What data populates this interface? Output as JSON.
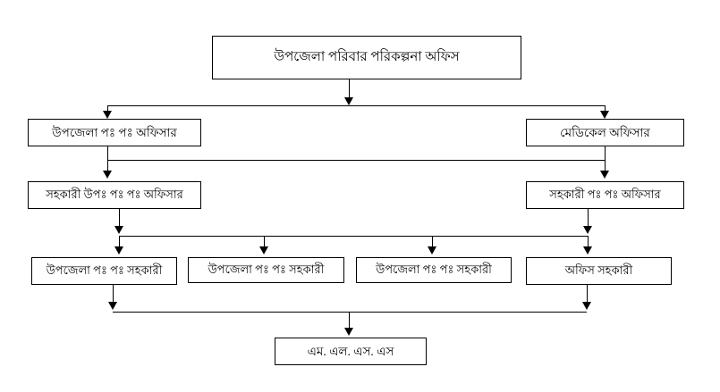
{
  "diagram": {
    "title": "উপজেলা পরিবার পরিকল্পনা অফিস",
    "type": "organizational-chart",
    "background_color": "#ffffff",
    "line_color": "#000000",
    "text_color": "#000000",
    "levels": [
      {
        "level": 1,
        "nodes": [
          {
            "id": "root",
            "label": "উপজেলা পরিবার পরিকল্পনা অফিস"
          }
        ]
      },
      {
        "level": 2,
        "nodes": [
          {
            "id": "upazila_officer",
            "label": "উপজেলা পঃ পঃ অফিসার"
          },
          {
            "id": "medical_officer",
            "label": "মেডিকেল অফিসার"
          }
        ]
      },
      {
        "level": 3,
        "nodes": [
          {
            "id": "asst_upazila_officer",
            "label": "সহকারী উপঃ পঃ পঃ অফিসার"
          },
          {
            "id": "asst_pp_officer",
            "label": "সহকারী পঃ পঃ অফিসার"
          }
        ]
      },
      {
        "level": 4,
        "nodes": [
          {
            "id": "assistant_1",
            "label": "উপজেলা পঃ পঃ সহকারী"
          },
          {
            "id": "assistant_2",
            "label": "উপজেলা পঃ পঃ সহকারী"
          },
          {
            "id": "assistant_3",
            "label": "উপজেলা পঃ পঃ সহকারী"
          },
          {
            "id": "office_assistant",
            "label": "অফিস সহকারী"
          }
        ]
      },
      {
        "level": 5,
        "nodes": [
          {
            "id": "mlss",
            "label": "এম. এল. এস. এস"
          }
        ]
      }
    ]
  }
}
